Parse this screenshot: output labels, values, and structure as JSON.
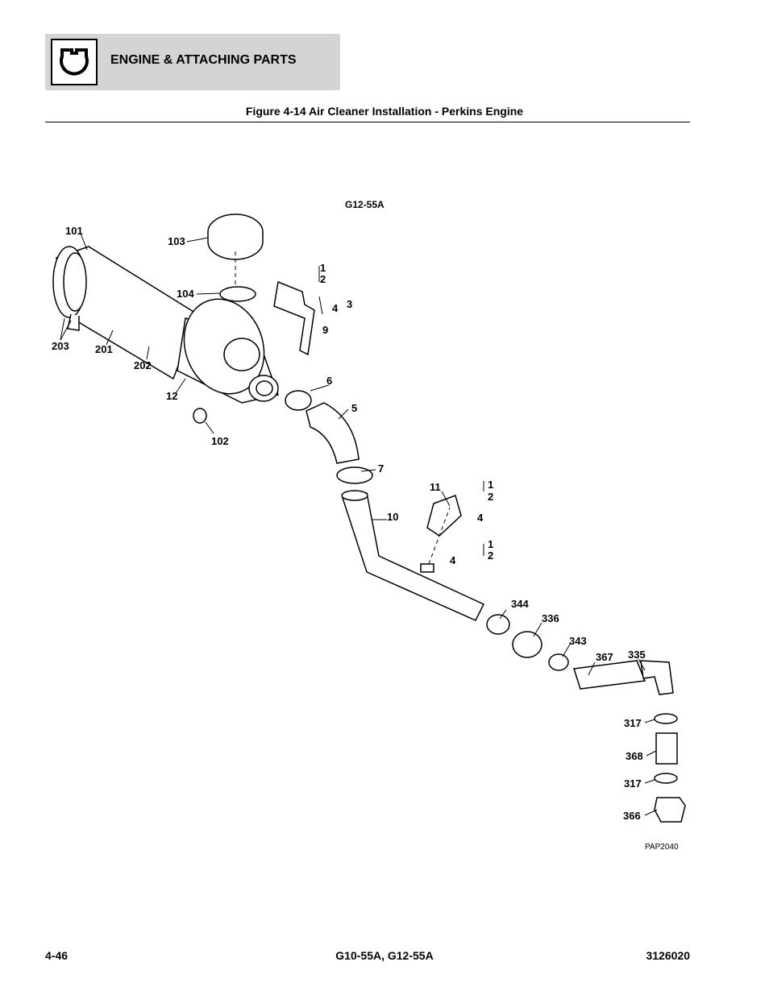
{
  "header": {
    "section_title": "ENGINE & ATTACHING PARTS",
    "logo_icon": "engine-outline-icon"
  },
  "figure": {
    "title": "Figure 4-14 Air Cleaner Installation - Perkins Engine",
    "model_label": "G12-55A",
    "drawing_code": "PAP2040",
    "callouts": {
      "c101": "101",
      "c103": "103",
      "c104": "104",
      "c203": "203",
      "c201": "201",
      "c202": "202",
      "c12": "12",
      "c102": "102",
      "c1a": "1",
      "c2a": "2",
      "c4a": "4",
      "c3": "3",
      "c9": "9",
      "c6": "6",
      "c5": "5",
      "c7": "7",
      "c10": "10",
      "c11": "11",
      "c1b": "1",
      "c2b": "2",
      "c4b": "4",
      "c4c": "4",
      "c1c": "1",
      "c2c": "2",
      "c344": "344",
      "c336": "336",
      "c343": "343",
      "c367": "367",
      "c335": "335",
      "c317a": "317",
      "c368": "368",
      "c317b": "317",
      "c366": "366"
    }
  },
  "footer": {
    "page": "4-46",
    "models": "G10-55A, G12-55A",
    "doc_number": "3126020"
  }
}
